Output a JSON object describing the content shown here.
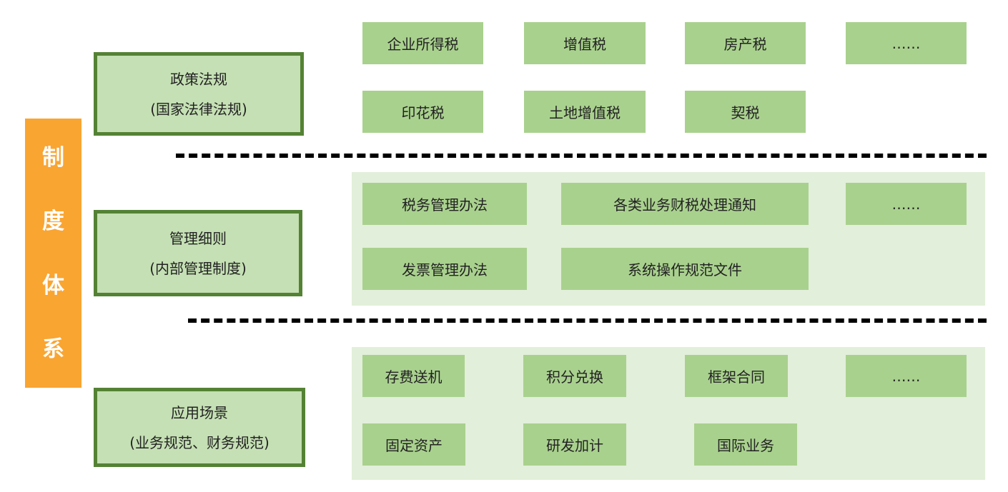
{
  "sidebar": {
    "chars": [
      "制",
      "度",
      "体",
      "系"
    ]
  },
  "categories": [
    {
      "title": "政策法规",
      "subtitle": "(国家法律法规)"
    },
    {
      "title": "管理细则",
      "subtitle": "(内部管理制度)"
    },
    {
      "title": "应用场景",
      "subtitle": "(业务规范、财务规范)"
    }
  ],
  "policy_items": [
    "企业所得税",
    "增值税",
    "房产税",
    "……",
    "印花税",
    "土地增值税",
    "契税"
  ],
  "management_items": [
    "税务管理办法",
    "各类业务财税处理通知",
    "……",
    "发票管理办法",
    "系统操作规范文件"
  ],
  "scenario_items": [
    "存费送机",
    "积分兑换",
    "框架合同",
    "……",
    "固定资产",
    "研发加计",
    "国际业务"
  ],
  "colors": {
    "sidebar": "#f9a532",
    "category_fill": "#c5e0b4",
    "category_border": "#548235",
    "tag_fill": "#a9d18e",
    "panel_fill": "#e2efda"
  }
}
